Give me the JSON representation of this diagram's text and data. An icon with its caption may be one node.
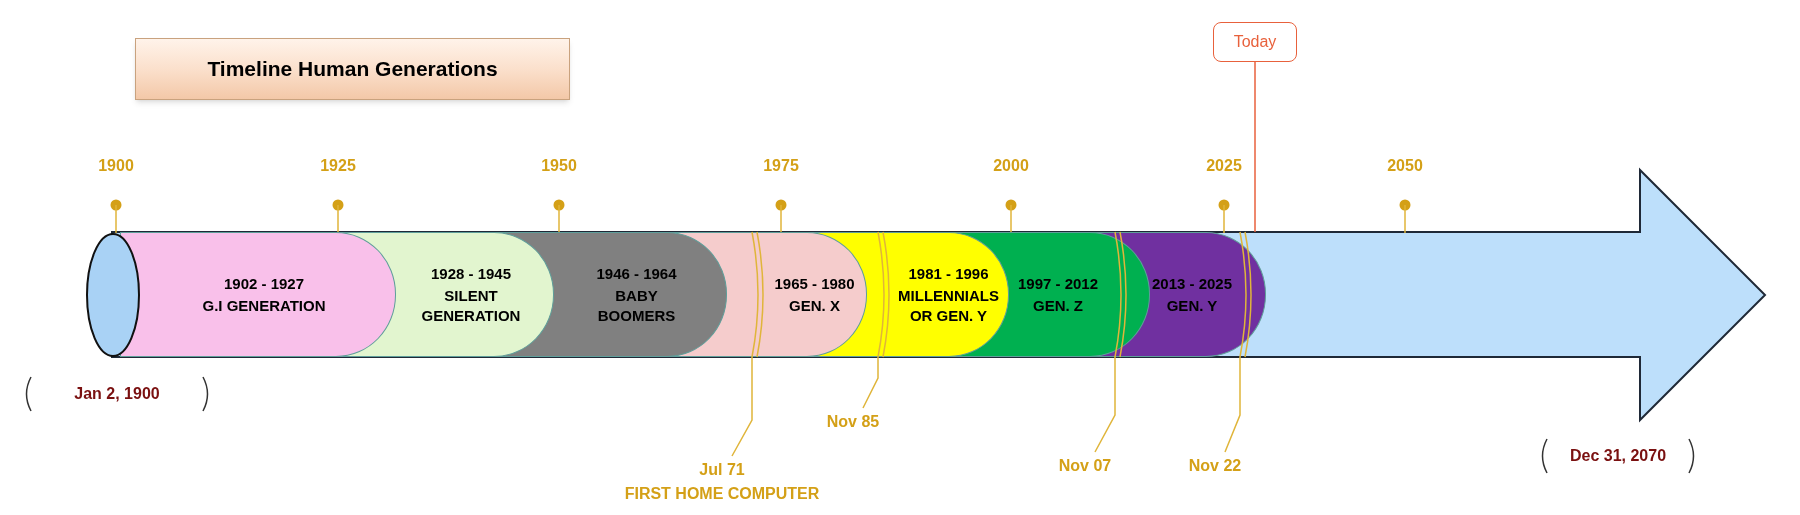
{
  "diagram": {
    "title": "Timeline Human Generations",
    "nodes": [
      {
        "text": [
          "1902 - 1927",
          "G.I GENERATION"
        ]
      },
      {
        "text": [
          "1928 - 1945",
          "SILENT GENERATION"
        ]
      },
      {
        "text": [
          "1946 - 1964",
          "BABY BOOMERS"
        ]
      },
      {
        "text": [
          "1965 - 1980",
          "GEN. X"
        ]
      },
      {
        "text": [
          "1981 - 1996",
          "MILLENNIALS OR GEN. Y"
        ]
      },
      {
        "text": [
          "1997 - 2012",
          "GEN. Z"
        ]
      },
      {
        "text": [
          "2013 - 2025",
          "GEN. Y"
        ]
      },
      {
        "text": [
          "Jul 71",
          "FIRST HOME COMPUTER"
        ]
      },
      {
        "text": [
          "Nov 85"
        ]
      },
      {
        "text": [
          "Nov 07"
        ]
      },
      {
        "text": [
          "Nov 22"
        ]
      },
      {
        "text": [
          "Today"
        ]
      },
      {
        "text": [],
        "shape": "ellipse"
      }
    ],
    "edges": [
      {
        "from": 7,
        "to": 3,
        "arrow": "none"
      },
      {
        "from": 8,
        "to": 4,
        "arrow": "none"
      },
      {
        "from": 9,
        "to": 5,
        "arrow": "none"
      },
      {
        "from": 10,
        "to": 6,
        "arrow": "none"
      },
      {
        "from": 11,
        "to": 6,
        "arrow": "none",
        "color": "#e8613c"
      }
    ],
    "labels": [
      "1900",
      "1925",
      "1950",
      "1975",
      "2000",
      "2025",
      "2050",
      "Jan 2, 1900",
      "Dec 31, 2070"
    ]
  }
}
